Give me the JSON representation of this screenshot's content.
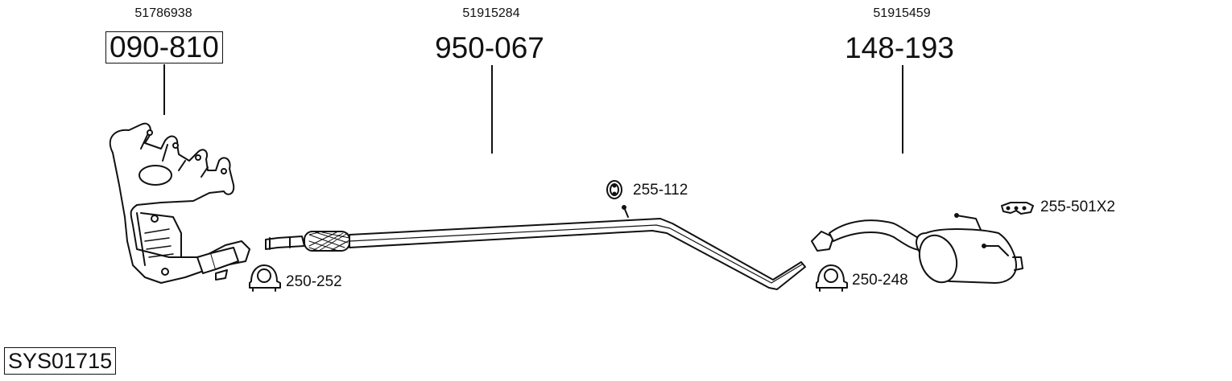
{
  "diagram": {
    "type": "exhaust-system-parts-diagram",
    "system_code": "SYS01715",
    "parts": [
      {
        "oe_number": "51786938",
        "part_number": "090-810",
        "name": "manifold-catalytic-converter",
        "boxed": true
      },
      {
        "oe_number": "51915284",
        "part_number": "950-067",
        "name": "front-intermediate-pipe",
        "boxed": false
      },
      {
        "oe_number": "51915459",
        "part_number": "148-193",
        "name": "rear-silencer",
        "boxed": false
      }
    ],
    "accessories": [
      {
        "part_number": "250-252",
        "icon": "pipe-clamp-icon"
      },
      {
        "part_number": "255-112",
        "icon": "rubber-ring-mount-icon"
      },
      {
        "part_number": "250-248",
        "icon": "pipe-clamp-icon"
      },
      {
        "part_number": "255-501X2",
        "icon": "rubber-strap-mount-icon"
      }
    ],
    "colors": {
      "ink": "#111111",
      "background": "#ffffff"
    }
  }
}
